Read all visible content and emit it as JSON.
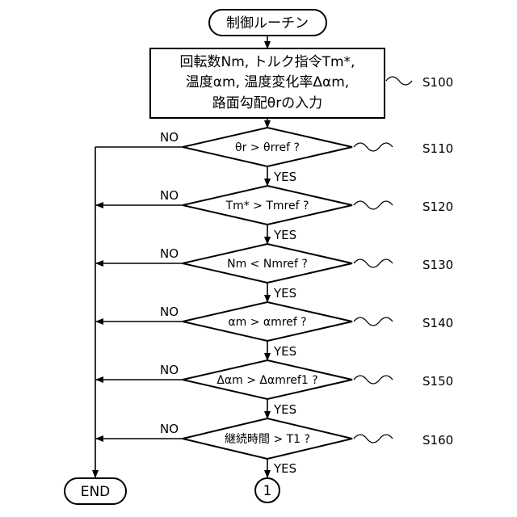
{
  "flowchart": {
    "start": "制御ルーチン",
    "process": {
      "lines": [
        "回転数Nm, トルク指令Tm*,",
        "温度αm, 温度変化率Δαm,",
        "路面勾配θrの入力"
      ],
      "step": "S100"
    },
    "decisions": [
      {
        "text": "θr > θrref ?",
        "step": "S110",
        "no": "NO",
        "yes": "YES"
      },
      {
        "text": "Tm* > Tmref ?",
        "step": "S120",
        "no": "NO",
        "yes": "YES"
      },
      {
        "text": "Nm < Nmref ?",
        "step": "S130",
        "no": "NO",
        "yes": "YES"
      },
      {
        "text": "αm > αmref ?",
        "step": "S140",
        "no": "NO",
        "yes": "YES"
      },
      {
        "text": "Δαm > Δαmref1 ?",
        "step": "S150",
        "no": "NO",
        "yes": "YES"
      },
      {
        "text": "継続時間 > T1 ?",
        "step": "S160",
        "no": "NO",
        "yes": "YES"
      }
    ],
    "end": "END",
    "connector": "1"
  }
}
